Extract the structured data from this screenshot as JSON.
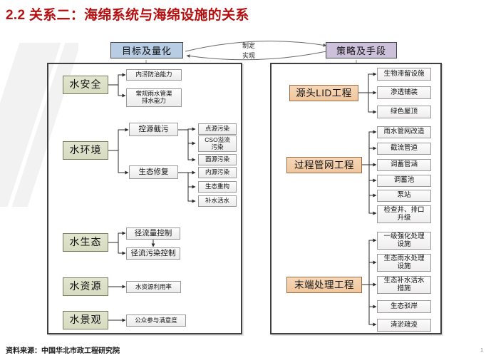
{
  "slide": {
    "title": "2.2 关系二：海绵系统与海绵设施的关系",
    "footer": "资料来源：中国华北市政工程研究院",
    "page_number": "1",
    "accent_color": "#b70f0f"
  },
  "header": {
    "left_box": {
      "label": "目标及量化",
      "color": "#b8cce4"
    },
    "right_box": {
      "label": "策略及手段",
      "color": "#ccc0da"
    },
    "link_top_label": "制定",
    "link_bottom_label": "实现"
  },
  "left_panel": {
    "categories": [
      {
        "label": "水安全",
        "color": "#d7dbc0",
        "children": [
          {
            "label": "内涝防治能力",
            "children": []
          },
          {
            "label": "常规雨水管渠\n排水能力",
            "children": []
          }
        ]
      },
      {
        "label": "水环境",
        "color": "#d7dbc0",
        "children": [
          {
            "label": "控源截污",
            "children": [
              {
                "label": "点源污染"
              },
              {
                "label": "CSO溢流\n污染"
              },
              {
                "label": "面源污染"
              }
            ]
          },
          {
            "label": "生态修复",
            "children": [
              {
                "label": "内源污染"
              },
              {
                "label": "生态重构"
              },
              {
                "label": "补水活水"
              }
            ]
          }
        ]
      },
      {
        "label": "水生态",
        "color": "#d7dbc0",
        "children": [
          {
            "label": "径流量控制",
            "children": []
          },
          {
            "label": "径流污染控制",
            "children": []
          }
        ]
      },
      {
        "label": "水资源",
        "color": "#d7dbc0",
        "children": [
          {
            "label": "水资源利用率",
            "children": []
          }
        ]
      },
      {
        "label": "水景观",
        "color": "#d7dbc0",
        "children": [
          {
            "label": "公众参与满意度",
            "children": []
          }
        ]
      }
    ]
  },
  "right_panel": {
    "categories": [
      {
        "label": "源头LID工程",
        "color": "#f0c79e",
        "children": [
          {
            "label": "生物滞留设施"
          },
          {
            "label": "渗透铺装"
          },
          {
            "label": "绿色屋顶"
          }
        ]
      },
      {
        "label": "过程管网工程",
        "color": "#f0c79e",
        "children": [
          {
            "label": "雨水管网改造"
          },
          {
            "label": "截流管道"
          },
          {
            "label": "调蓄管涵"
          },
          {
            "label": "调蓄池"
          },
          {
            "label": "泵站"
          },
          {
            "label": "检查井、排口\n升级"
          }
        ]
      },
      {
        "label": "末端处理工程",
        "color": "#f0c79e",
        "children": [
          {
            "label": "一级强化处理\n设施"
          },
          {
            "label": "生态雨水处理\n设施"
          },
          {
            "label": "生态补水活水\n措施"
          },
          {
            "label": "生态驳岸"
          },
          {
            "label": "清淤疏浚"
          }
        ]
      }
    ]
  }
}
